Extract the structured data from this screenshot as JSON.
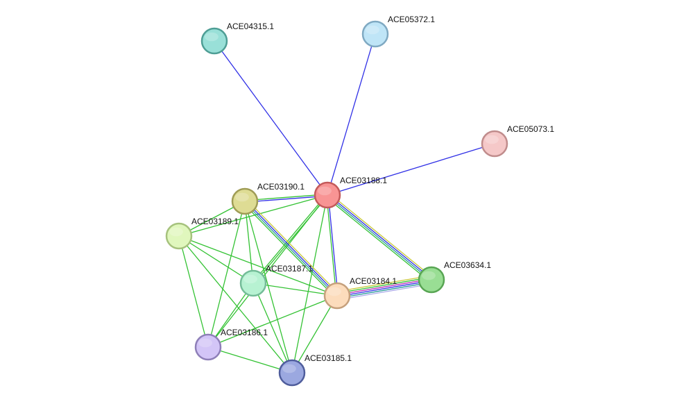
{
  "nodes": [
    {
      "id": "ACE03188.1",
      "label": "ACE03188.1",
      "fill": "#f89494",
      "stroke": "#c35a5a"
    },
    {
      "id": "ACE04315.1",
      "label": "ACE04315.1",
      "fill": "#99e0d8",
      "stroke": "#4e9e95"
    },
    {
      "id": "ACE05372.1",
      "label": "ACE05372.1",
      "fill": "#bfe5f7",
      "stroke": "#7fa9c2"
    },
    {
      "id": "ACE05073.1",
      "label": "ACE05073.1",
      "fill": "#f5c8c8",
      "stroke": "#c08c8c"
    },
    {
      "id": "ACE03190.1",
      "label": "ACE03190.1",
      "fill": "#dedc94",
      "stroke": "#9f9c55"
    },
    {
      "id": "ACE03189.1",
      "label": "ACE03189.1",
      "fill": "#e0f7bd",
      "stroke": "#a6c27d"
    },
    {
      "id": "ACE03187.1",
      "label": "ACE03187.1",
      "fill": "#b7f2d2",
      "stroke": "#74bc98"
    },
    {
      "id": "ACE03184.1",
      "label": "ACE03184.1",
      "fill": "#fcdcbc",
      "stroke": "#c5a07c"
    },
    {
      "id": "ACE03634.1",
      "label": "ACE03634.1",
      "fill": "#99de94",
      "stroke": "#58a553"
    },
    {
      "id": "ACE03186.1",
      "label": "ACE03186.1",
      "fill": "#d3c5f7",
      "stroke": "#8e7fb8"
    },
    {
      "id": "ACE03185.1",
      "label": "ACE03185.1",
      "fill": "#9ba8e0",
      "stroke": "#4f5d9c"
    }
  ],
  "edge_colors": {
    "blue": "#2f2fe6",
    "green": "#33c233",
    "yellow": "#c9c93a",
    "teal": "#2a9a9a",
    "purple": "#bb33bb",
    "lavender": "#a8a8e8"
  },
  "edges": [
    {
      "source": "ACE03188.1",
      "target": "ACE04315.1",
      "colors": [
        "blue"
      ]
    },
    {
      "source": "ACE03188.1",
      "target": "ACE05372.1",
      "colors": [
        "blue"
      ]
    },
    {
      "source": "ACE03188.1",
      "target": "ACE05073.1",
      "colors": [
        "blue"
      ]
    },
    {
      "source": "ACE03188.1",
      "target": "ACE03190.1",
      "colors": [
        "blue",
        "green"
      ]
    },
    {
      "source": "ACE03188.1",
      "target": "ACE03189.1",
      "colors": [
        "green"
      ]
    },
    {
      "source": "ACE03188.1",
      "target": "ACE03187.1",
      "colors": [
        "green",
        "green"
      ]
    },
    {
      "source": "ACE03188.1",
      "target": "ACE03184.1",
      "colors": [
        "blue",
        "green"
      ]
    },
    {
      "source": "ACE03188.1",
      "target": "ACE03634.1",
      "colors": [
        "yellow",
        "blue",
        "teal",
        "green"
      ]
    },
    {
      "source": "ACE03188.1",
      "target": "ACE03186.1",
      "colors": [
        "green"
      ]
    },
    {
      "source": "ACE03188.1",
      "target": "ACE03185.1",
      "colors": [
        "green"
      ]
    },
    {
      "source": "ACE03190.1",
      "target": "ACE03189.1",
      "colors": [
        "green"
      ]
    },
    {
      "source": "ACE03190.1",
      "target": "ACE03187.1",
      "colors": [
        "green"
      ]
    },
    {
      "source": "ACE03190.1",
      "target": "ACE03184.1",
      "colors": [
        "yellow",
        "blue",
        "teal",
        "green"
      ]
    },
    {
      "source": "ACE03190.1",
      "target": "ACE03186.1",
      "colors": [
        "green"
      ]
    },
    {
      "source": "ACE03190.1",
      "target": "ACE03185.1",
      "colors": [
        "green"
      ]
    },
    {
      "source": "ACE03189.1",
      "target": "ACE03187.1",
      "colors": [
        "green"
      ]
    },
    {
      "source": "ACE03189.1",
      "target": "ACE03184.1",
      "colors": [
        "green"
      ]
    },
    {
      "source": "ACE03189.1",
      "target": "ACE03186.1",
      "colors": [
        "green"
      ]
    },
    {
      "source": "ACE03189.1",
      "target": "ACE03185.1",
      "colors": [
        "green"
      ]
    },
    {
      "source": "ACE03187.1",
      "target": "ACE03184.1",
      "colors": [
        "green"
      ]
    },
    {
      "source": "ACE03187.1",
      "target": "ACE03186.1",
      "colors": [
        "green"
      ]
    },
    {
      "source": "ACE03187.1",
      "target": "ACE03185.1",
      "colors": [
        "green"
      ]
    },
    {
      "source": "ACE03184.1",
      "target": "ACE03634.1",
      "colors": [
        "yellow",
        "green",
        "purple",
        "blue",
        "teal",
        "lavender"
      ]
    },
    {
      "source": "ACE03184.1",
      "target": "ACE03186.1",
      "colors": [
        "green"
      ]
    },
    {
      "source": "ACE03184.1",
      "target": "ACE03185.1",
      "colors": [
        "green"
      ]
    },
    {
      "source": "ACE03186.1",
      "target": "ACE03185.1",
      "colors": [
        "green"
      ]
    }
  ]
}
